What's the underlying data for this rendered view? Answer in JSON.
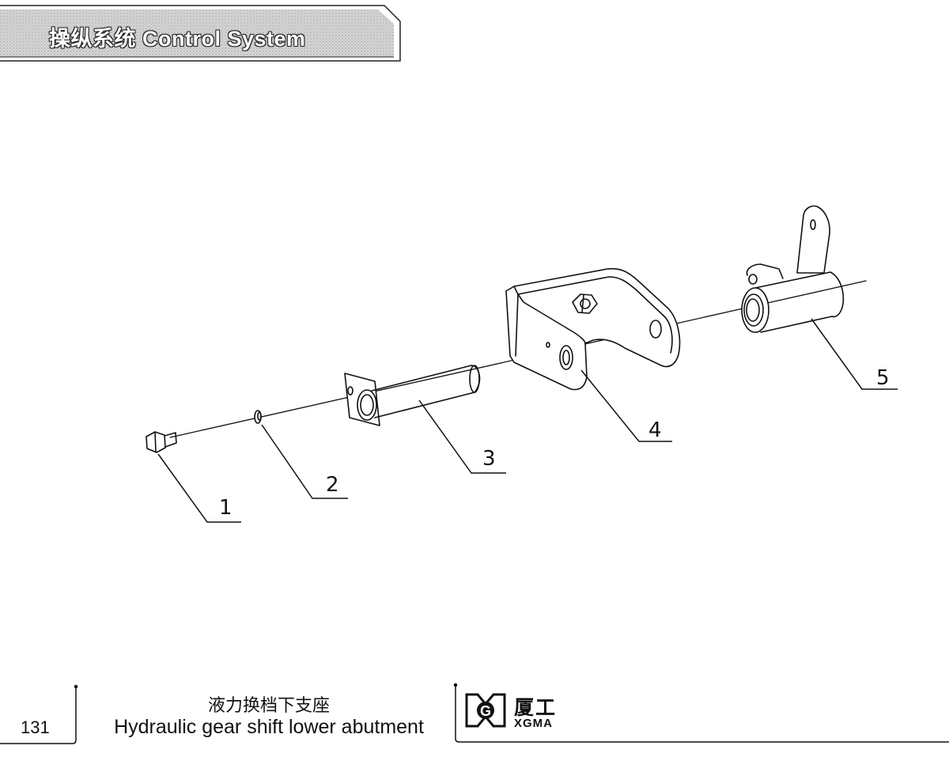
{
  "header": {
    "title": "操纵系统  Control System"
  },
  "diagram": {
    "callouts": [
      {
        "number": "1",
        "part": "bolt"
      },
      {
        "number": "2",
        "part": "washer"
      },
      {
        "number": "3",
        "part": "pin-shaft"
      },
      {
        "number": "4",
        "part": "bracket"
      },
      {
        "number": "5",
        "part": "shift-lever-sleeve"
      }
    ]
  },
  "footer": {
    "page_number": "131",
    "title_cn": "液力换档下支座",
    "title_en": "Hydraulic gear shift lower abutment",
    "brand_cn": "厦工",
    "brand_en": "XGMA"
  }
}
